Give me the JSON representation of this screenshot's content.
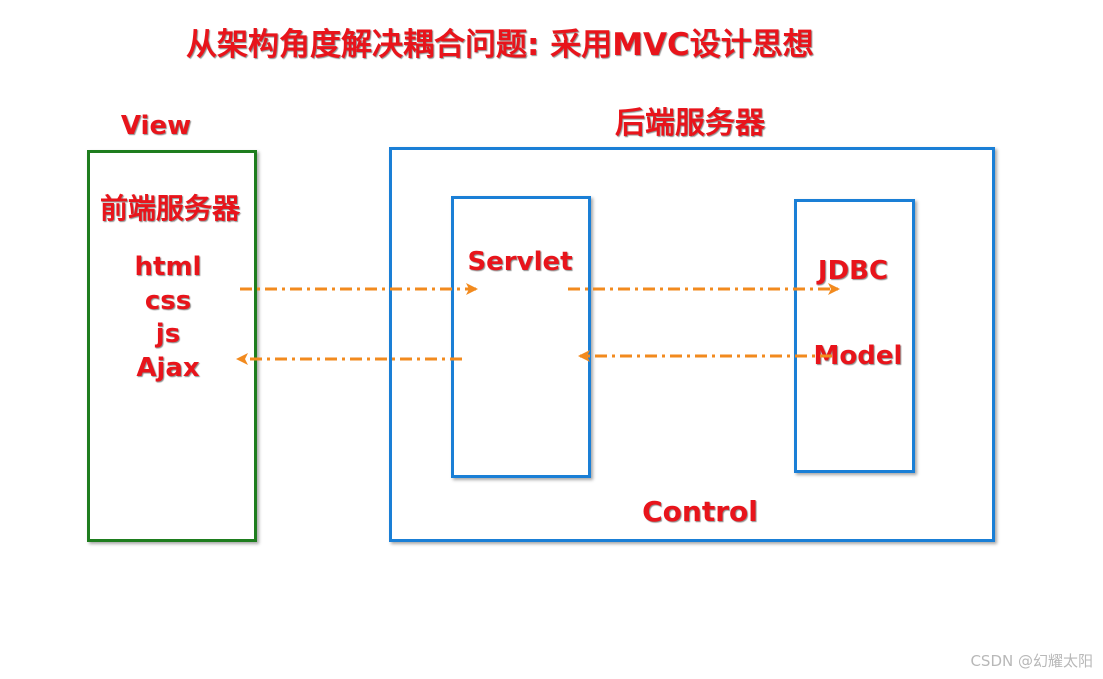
{
  "title": "从架构角度解决耦合问题: 采用MVC设计思想",
  "view": {
    "label": "View",
    "server_label": "前端服务器",
    "techs": [
      "html",
      "css",
      "js",
      "Ajax"
    ]
  },
  "backend": {
    "label": "后端服务器",
    "servlet_label": "Servlet",
    "jdbc_label": "JDBC",
    "model_label": "Model",
    "control_label": "Control"
  },
  "watermark": "CSDN @幻耀太阳",
  "colors": {
    "label_red": "#e8141b",
    "view_border": "#1e7d1e",
    "backend_border": "#1a7fd6",
    "arrow": "#f28a1e"
  }
}
